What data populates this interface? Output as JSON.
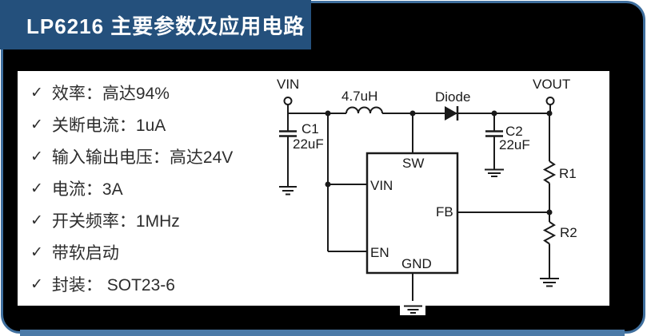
{
  "colors": {
    "banner_bg": "#24507c",
    "panel_border": "#3f6f9e",
    "panel_fill": "#000000",
    "bottom_bar": "#4a7aa8",
    "content_bg": "#ffffff",
    "circuit_ink": "#1a1a1a",
    "list_text": "#2d2d2d"
  },
  "header": {
    "title": "LP6216 主要参数及应用电路"
  },
  "features": {
    "check_glyph": "✓",
    "items": [
      "效率：高达94%",
      "关断电流：1uA",
      "输入输出电压：高达24V",
      "电流：3A",
      "开关频率：1MHz",
      "带软启动",
      "封装： SOT23-6"
    ]
  },
  "circuit": {
    "terminals": {
      "input": "VIN",
      "output": "VOUT"
    },
    "components": {
      "inductor": "4.7uH",
      "diode": "Diode",
      "c1_name": "C1",
      "c1_value": "22uF",
      "c2_name": "C2",
      "c2_value": "22uF",
      "r1": "R1",
      "r2": "R2"
    },
    "ic_pins": {
      "sw": "SW",
      "vin": "VIN",
      "en": "EN",
      "fb": "FB",
      "gnd": "GND"
    }
  }
}
